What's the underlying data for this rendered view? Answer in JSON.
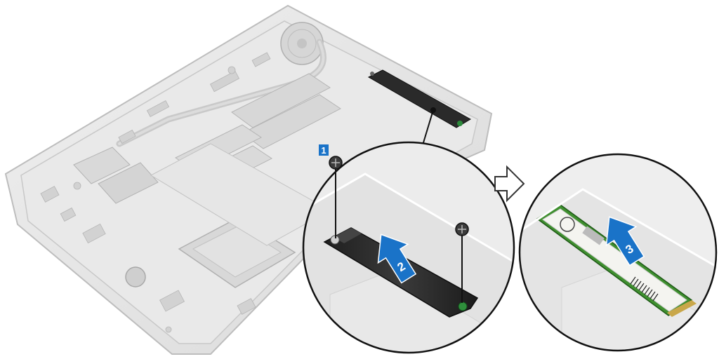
{
  "steps": [
    {
      "number": "1",
      "label": "1"
    },
    {
      "number": "2",
      "label": "2"
    },
    {
      "number": "3",
      "label": "3"
    }
  ],
  "colors": {
    "callout_blue": "#1a73c8",
    "chassis": "#e4e4e4",
    "chassis_edge": "#bdbdbd",
    "ssd_plate": "#262626",
    "ssd_pcb": "#3f8f2f"
  },
  "icons": {
    "next_step": "outline-arrow-right-icon",
    "screw": "screw-icon"
  }
}
